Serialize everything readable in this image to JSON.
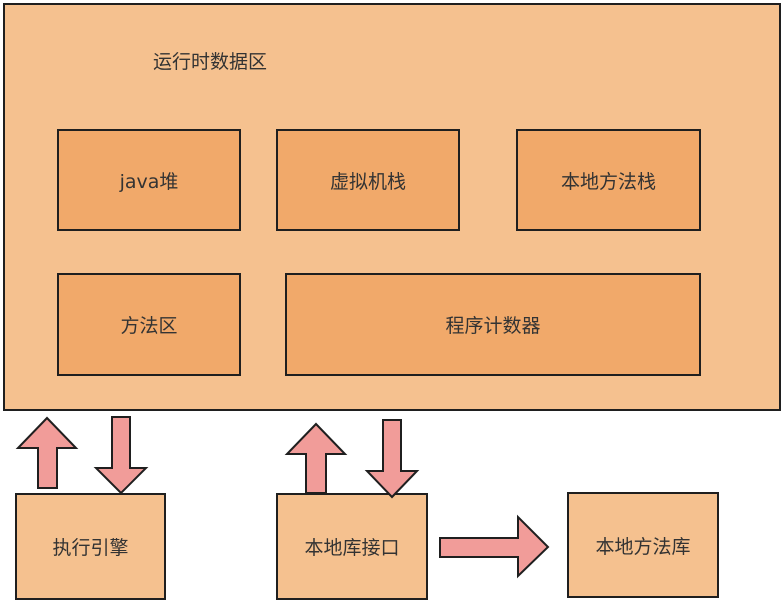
{
  "runtime_area": {
    "title": "运行时数据区",
    "java_heap": "java堆",
    "vm_stack": "虚拟机栈",
    "native_method_stack": "本地方法栈",
    "method_area": "方法区",
    "program_counter": "程序计数器"
  },
  "execution_engine": "执行引擎",
  "native_interface": "本地库接口",
  "native_library": "本地方法库",
  "colors": {
    "outer_fill": "#f5c18f",
    "inner_fill": "#f1a96a",
    "arrow_fill": "#f19c99",
    "border": "#1f1f1f"
  }
}
